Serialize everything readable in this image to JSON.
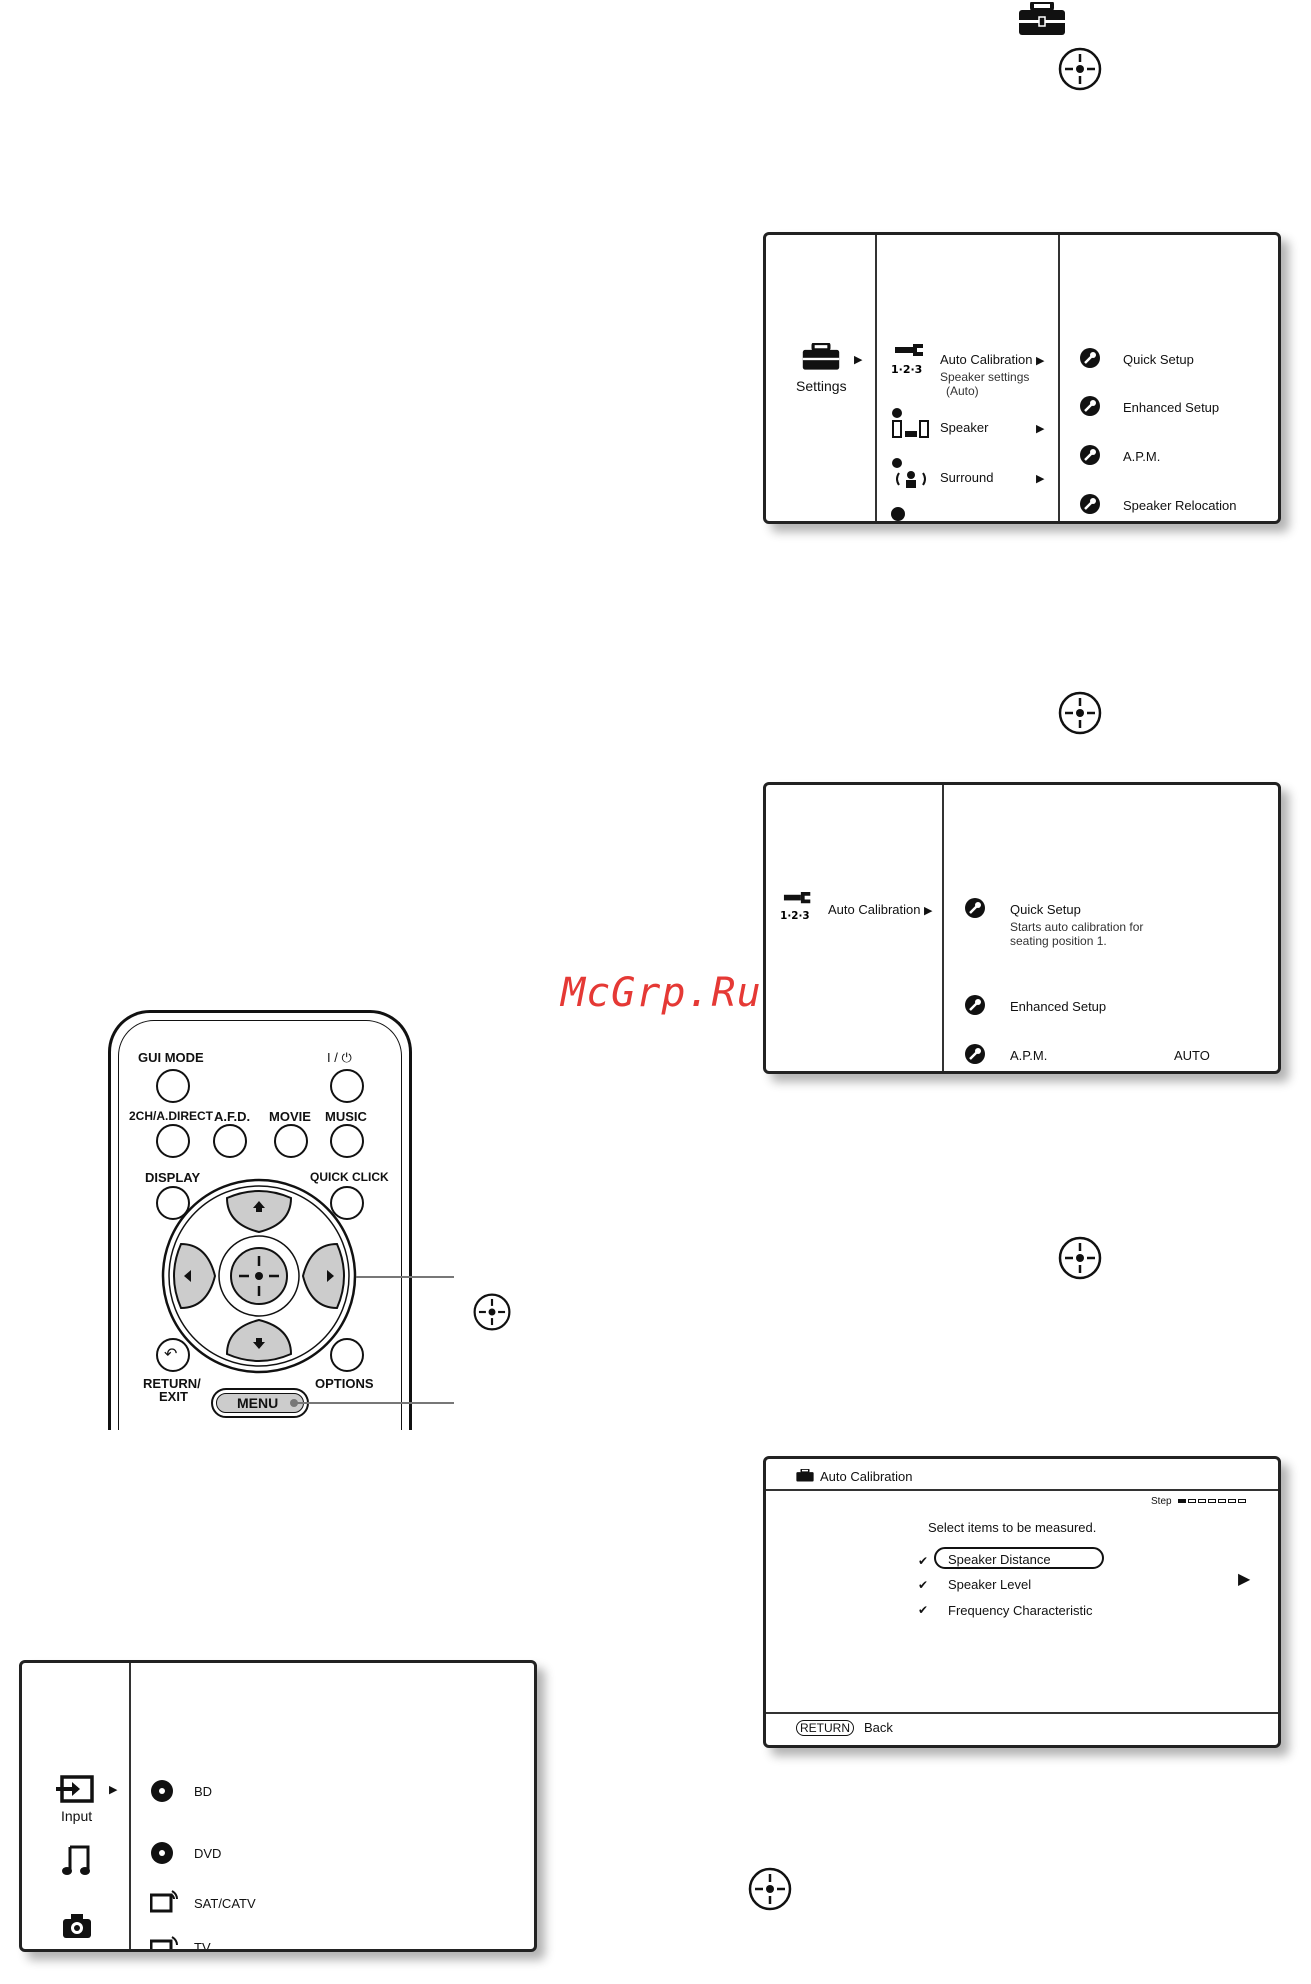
{
  "watermark": "McGrp.Ru",
  "panel1": {
    "col1_label": "Settings",
    "col2": [
      {
        "label": "Auto Calibration",
        "sub1": "Speaker settings",
        "sub2": "(Auto)"
      },
      {
        "label": "Speaker"
      },
      {
        "label": "Surround"
      }
    ],
    "col3": [
      "Quick Setup",
      "Enhanced Setup",
      "A.P.M.",
      "Speaker Relocation"
    ]
  },
  "panel2": {
    "col1_label": "Auto Calibration",
    "items": [
      {
        "label": "Quick Setup",
        "desc1": "Starts auto calibration for",
        "desc2": "seating position 1."
      },
      {
        "label": "Enhanced Setup"
      },
      {
        "label": "A.P.M.",
        "value": "AUTO"
      }
    ]
  },
  "panel3": {
    "title": "Auto Calibration",
    "step_label": "Step",
    "prompt": "Select items to be measured.",
    "items": [
      "Speaker Distance",
      "Speaker Level",
      "Frequency Characteristic"
    ],
    "return_key": "RETURN",
    "back_label": "Back"
  },
  "panel4": {
    "col1_label": "Input",
    "items": [
      "BD",
      "DVD",
      "SAT/CATV",
      "TV"
    ]
  },
  "remote": {
    "gui_mode": "GUI MODE",
    "power": "I / ⏻",
    "direct": "2CH/A.DIRECT",
    "afd": "A.F.D.",
    "movie": "MOVIE",
    "music": "MUSIC",
    "display": "DISPLAY",
    "quick_click": "QUICK CLICK",
    "return_exit_1": "RETURN/",
    "return_exit_2": "EXIT",
    "options": "OPTIONS",
    "menu": "MENU"
  }
}
